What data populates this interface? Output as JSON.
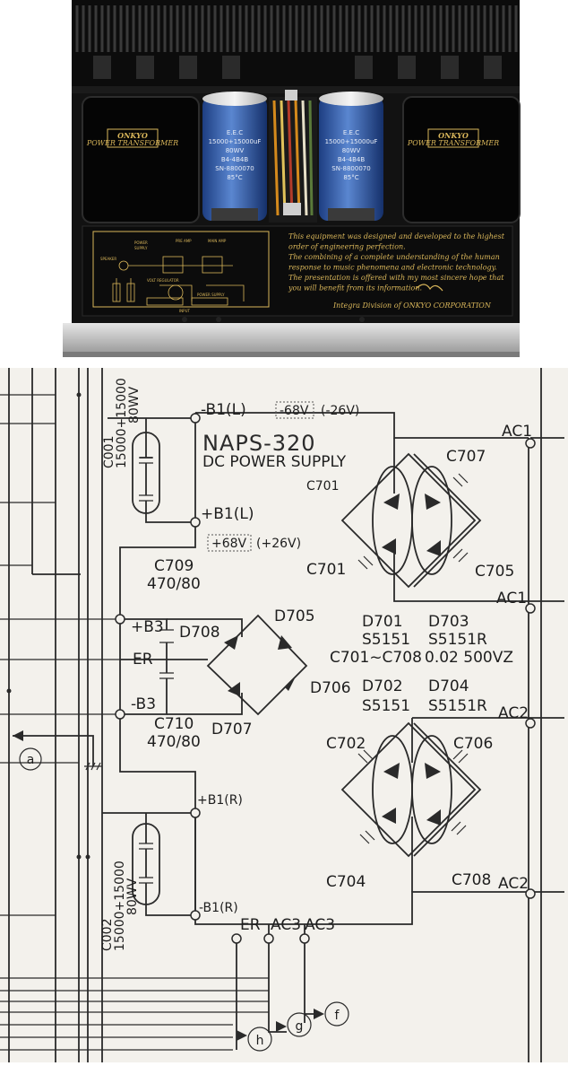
{
  "photo": {
    "transformer_brand": "ONKYO",
    "transformer_label": "POWER TRANSFORMER",
    "capacitor_lines": [
      "E.E.C",
      "15000+15000uF",
      "80WV",
      "B4-4B4B",
      "SN-8800070",
      "85°C"
    ],
    "panel_text": [
      "This equipment was designed and developed to the highest",
      "order of engineering perfection.",
      "The combining of a complete understanding of the human",
      "response to music phenomena and electronic technology.",
      "The presentation is offered with my most sincere hope that",
      "you will benefit from its information."
    ],
    "panel_footer": "Integra Division of ONKYO CORPORATION",
    "panel_diagram_labels": [
      "SPEAKER",
      "POWER",
      "SUPPLY",
      "PRE AMP",
      "MAIN AMP",
      "POWER SUPPLY",
      "VOLT REGULATOR",
      "INPUT"
    ]
  },
  "schematic": {
    "title": "NAPS-320",
    "subtitle": "DC POWER SUPPLY",
    "rails": {
      "b1l_top": "-B1(L)",
      "b1l_bottom": "+B1(L)",
      "b1r_top": "+B1(R)",
      "b1r_bottom": "-B1(R)",
      "b3_plus": "+B3",
      "b3_minus": "-B3",
      "er": "ER"
    },
    "voltage_tags": [
      "-68V",
      "(-26V)",
      "+68V",
      "(+26V)"
    ],
    "capacitors": {
      "c001": [
        "C001",
        "15000+15000",
        "80WV"
      ],
      "c002": [
        "C002",
        "15000+15000",
        "80WV"
      ],
      "c709": [
        "C709",
        "470/80"
      ],
      "c710": [
        "C710",
        "470/80"
      ]
    },
    "bridge_caps": [
      "C701",
      "C701",
      "C707",
      "C705",
      "C702",
      "C706",
      "C704",
      "C708"
    ],
    "diodes": [
      "D705",
      "D706",
      "D707",
      "D708"
    ],
    "parts_table": [
      [
        "D701",
        "D703"
      ],
      [
        "S5151",
        "S5151R"
      ],
      [
        "C701~C708",
        "0.02 500VZ"
      ],
      [
        "D702",
        "D704"
      ],
      [
        "S5151",
        "S5151R"
      ]
    ],
    "terminals": [
      "AC1",
      "AC1",
      "AC2",
      "AC2"
    ],
    "bottom_terminals": [
      "ER",
      "AC3",
      "AC3"
    ],
    "connectors": [
      "a",
      "h",
      "g",
      "f"
    ]
  }
}
